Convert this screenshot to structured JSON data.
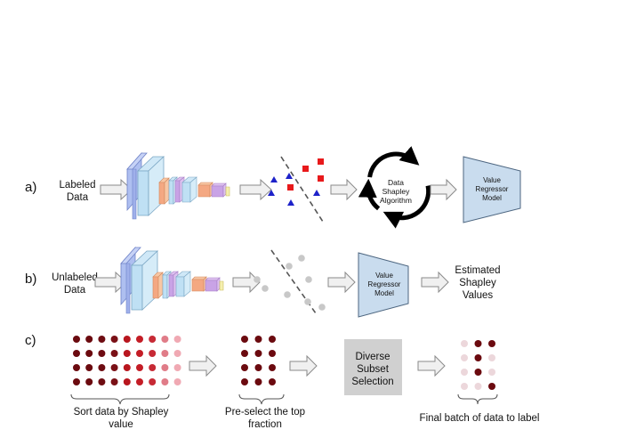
{
  "colors": {
    "background": "#ffffff",
    "arrow_fill": "#f0f0f0",
    "arrow_stroke": "#8a8a8a",
    "regressor_fill": "#c9dcee",
    "regressor_stroke": "#4d6680",
    "diverse_box_fill": "#d0d0d0",
    "red_square": "#e8191b",
    "blue_triangle": "#1d22c9",
    "grey_dot": "#c8c8c8",
    "dark_dot": "#6b0a0f",
    "dashed_line": "#555555"
  },
  "row_a": {
    "marker": "a)",
    "input_label_line1": "Labeled",
    "input_label_line2": "Data",
    "shapley_line1": "Data",
    "shapley_line2": "Shapley",
    "shapley_line3": "Algorithm",
    "regressor_line1": "Value",
    "regressor_line2": "Regressor",
    "regressor_line3": "Model"
  },
  "row_b": {
    "marker": "b)",
    "input_label_line1": "Unlabeled",
    "input_label_line2": "Data",
    "regressor_line1": "Value",
    "regressor_line2": "Regressor",
    "regressor_line3": "Model",
    "output_line1": "Estimated",
    "output_line2": "Shapley",
    "output_line3": "Values"
  },
  "row_c": {
    "marker": "c)",
    "sort_line1": "Sort data by Shapley",
    "sort_line2": "value",
    "preselect_line1": "Pre-select the top",
    "preselect_line2": "fraction",
    "diverse_line1": "Diverse",
    "diverse_line2": "Subset",
    "diverse_line3": "Selection",
    "final_label": "Final batch of data to label"
  },
  "icons": [
    "cnn-network-icon",
    "scatter-plot-icon",
    "cycle-arrows-icon",
    "trapezoid-model-icon",
    "dot-grid-icon",
    "brace-icon",
    "right-arrow-icon"
  ]
}
